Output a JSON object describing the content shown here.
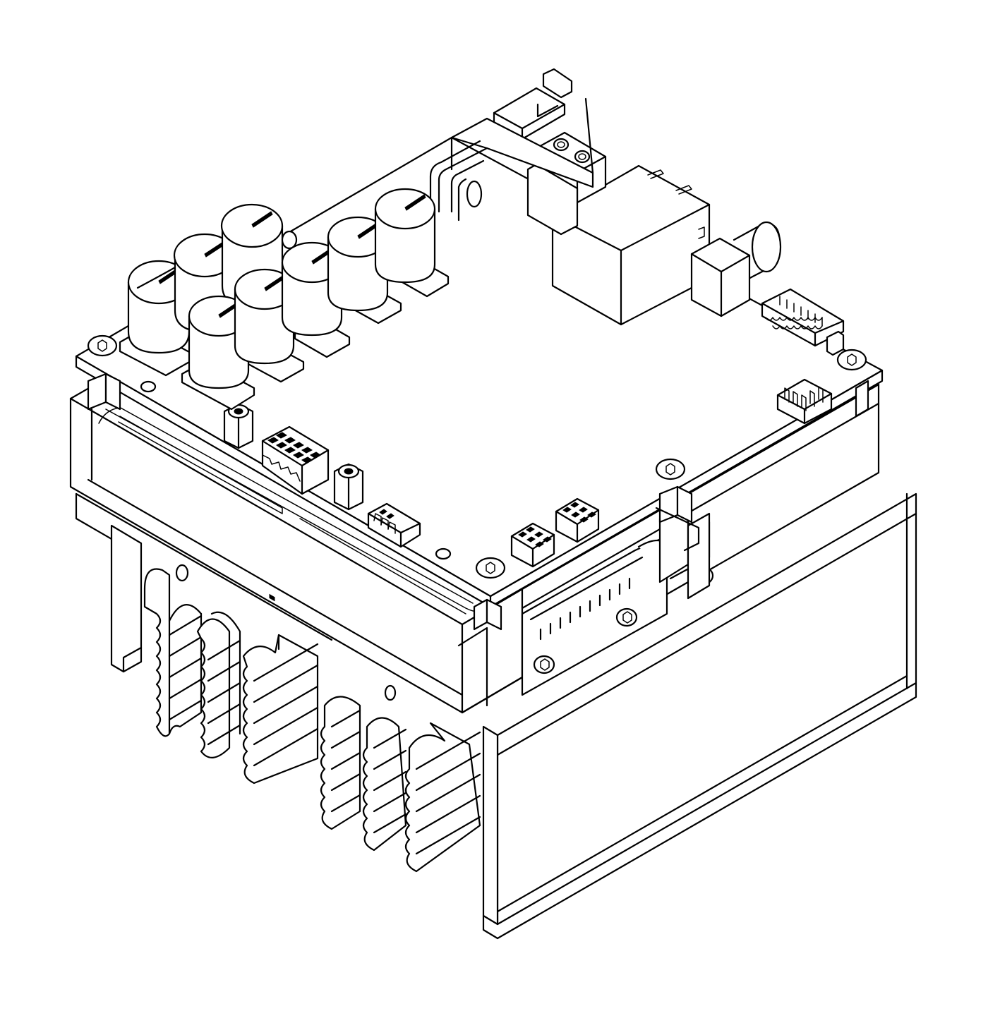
{
  "drawing": {
    "kind": "isometric line drawing",
    "colors": {
      "line": "#000000",
      "background": "#ffffff"
    },
    "parts": [
      "heat-sink",
      "base-block",
      "control-board",
      "electrolytic-capacitors",
      "choke-inductor",
      "terminal-block",
      "dip-connector",
      "pin-headers",
      "standoffs",
      "screws",
      "side-connector-plate"
    ],
    "capacitor_count": 8,
    "heatsink_fin_count": 6
  }
}
